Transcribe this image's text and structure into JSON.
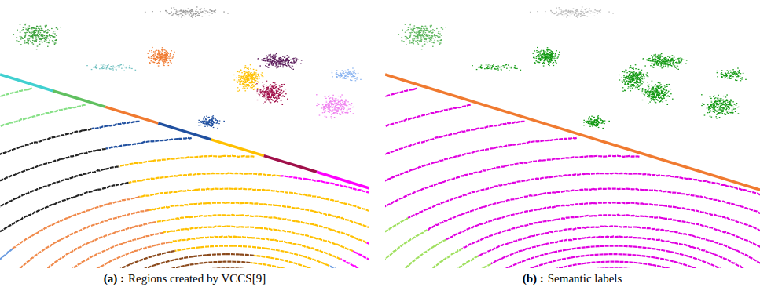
{
  "diagram": {
    "labels": [
      "(a) :",
      "Regions created by VCCS[9]",
      "(b) :",
      "Semantic labels"
    ]
  }
}
